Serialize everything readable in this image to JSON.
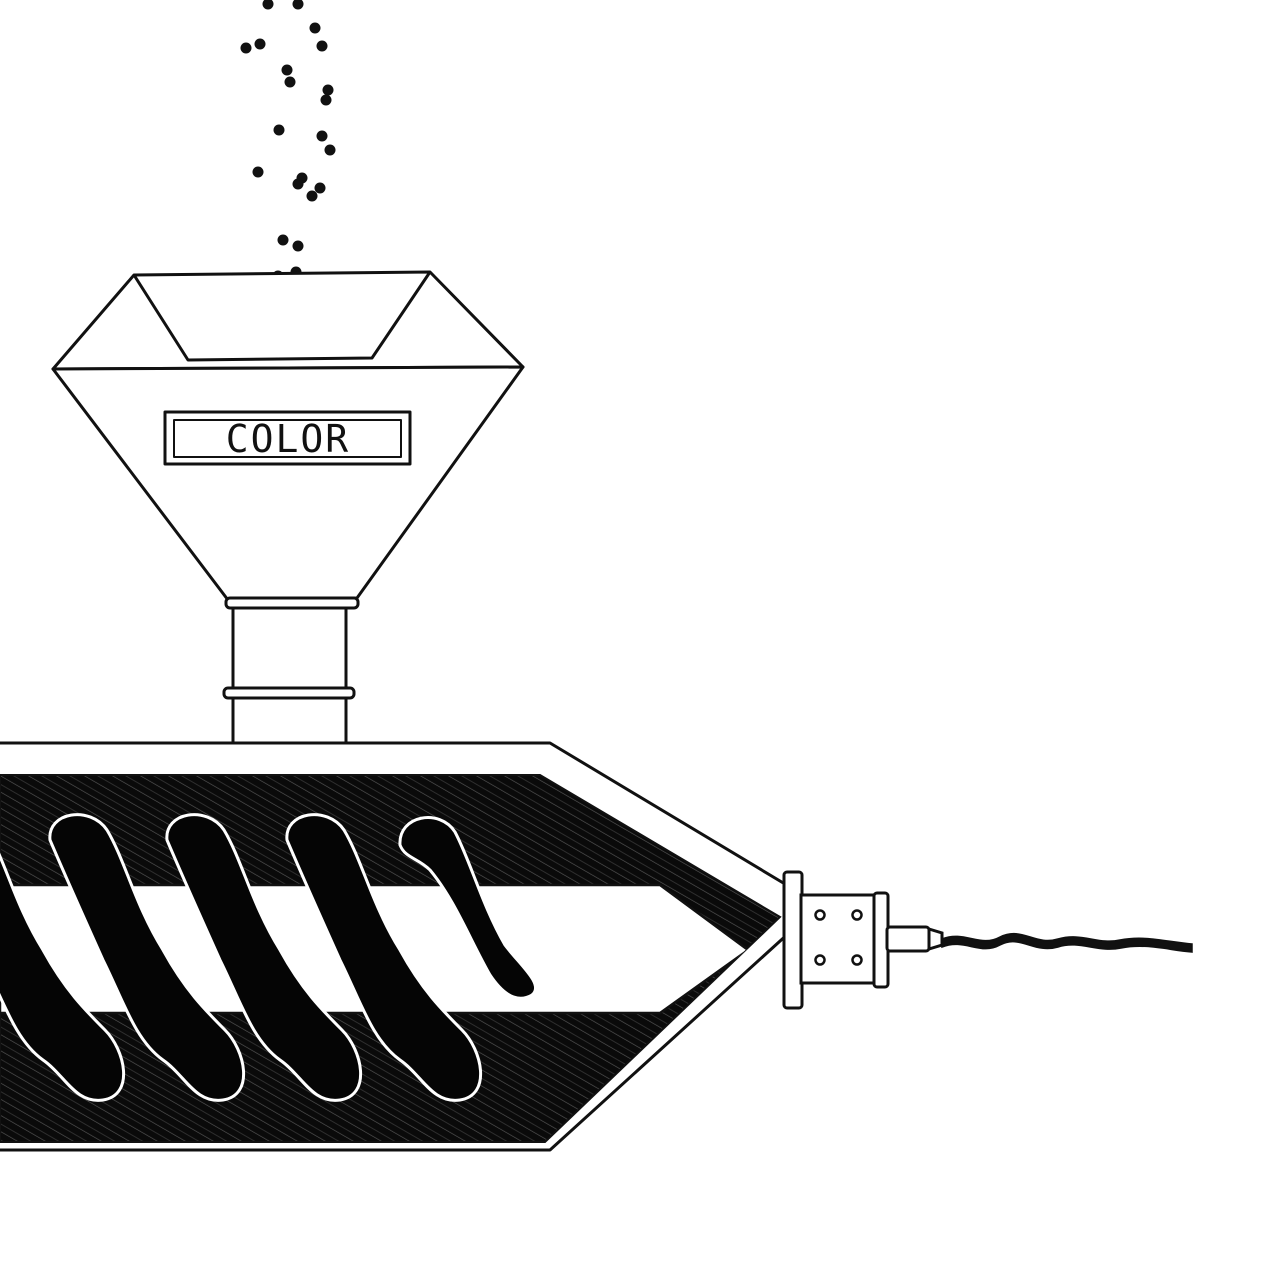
{
  "diagram": {
    "hopper": {
      "label": "COLOR"
    },
    "palette": {
      "ink": "#111111",
      "fill_dark": "#0a0a0a",
      "background": "#ffffff",
      "hatch": "#3a3a3a"
    },
    "parts": {
      "granules": "color-granules",
      "hopper": "feed-hopper",
      "throat": "feed-throat",
      "barrel": "extruder-barrel",
      "screw": "screw-conveyor",
      "nozzle": "extrusion-nozzle",
      "strand": "extruded-strand"
    }
  }
}
